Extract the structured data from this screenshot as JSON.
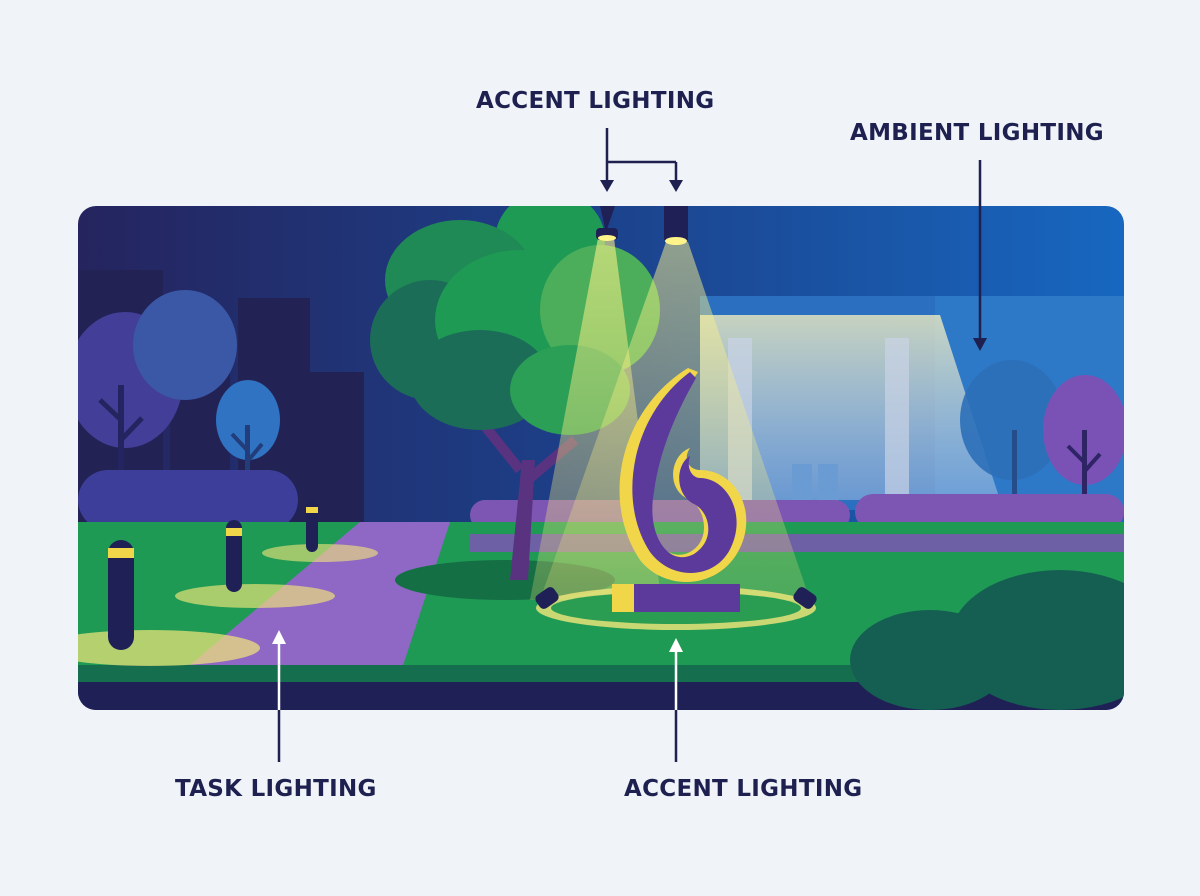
{
  "labels": {
    "accent_top": "ACCENT LIGHTING",
    "ambient": "AMBIENT LIGHTING",
    "task": "TASK LIGHTING",
    "accent_bottom": "ACCENT LIGHTING"
  },
  "colors": {
    "background": "#f0f3f8",
    "label_text": "#1e2150",
    "night_sky_dark": "#232561",
    "night_sky_light": "#1a66c2",
    "grass": "#1f9a55",
    "path": "#8e68c4",
    "light_beam": "#f4e77a",
    "sculpture": "#5b3a9c",
    "sculpture_rim": "#f1d64a"
  },
  "icons": [
    "bollard-light-icon",
    "spotlight-icon",
    "sculpture-icon",
    "tree-icon"
  ]
}
